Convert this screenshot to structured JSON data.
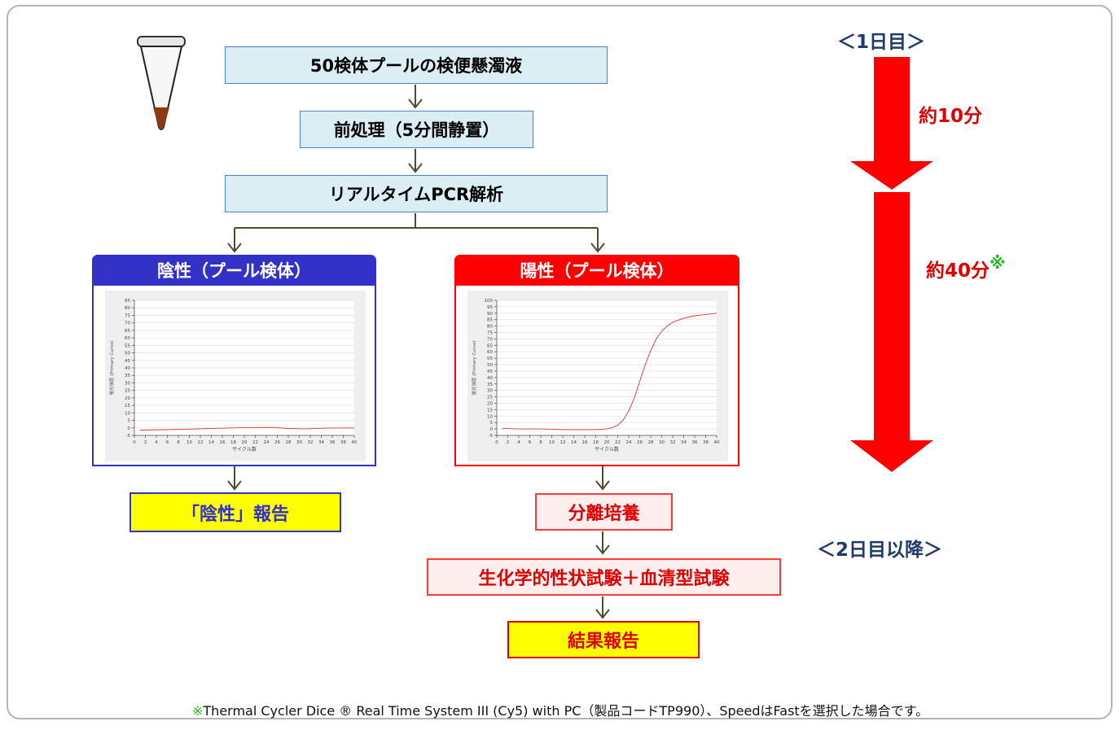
{
  "flow": {
    "step1": "50検体プールの検便懸濁液",
    "step2": "前処理（5分間静置）",
    "step3": "リアルタイムPCR解析"
  },
  "negative": {
    "title": "陰性（プール検体）",
    "report": "「陰性」報告"
  },
  "positive": {
    "title": "陽性（プール検体）",
    "step1": "分離培養",
    "step2": "生化学的性状試験＋血清型試験",
    "report": "結果報告"
  },
  "timeline": {
    "day1": "＜1日目＞",
    "time1": "約10分",
    "time2": "約40分",
    "time2_mark": "※",
    "day2": "＜2日目以降＞"
  },
  "footnote": {
    "mark": "※",
    "text": "Thermal Cycler Dice ® Real Time System III (Cy5) with PC（製品コードTP990）、SpeedはFastを選択した場合です。"
  },
  "colors": {
    "negative_accent": "#3232c8",
    "positive_accent": "#ff0000",
    "step_fill": "#daeef3",
    "timeline_arrow": "#ff0000"
  },
  "chart_data": [
    {
      "type": "line",
      "name": "negative-amplification",
      "ylabel": "蛍光強度 (Primary Curve)",
      "xlabel": "サイクル数",
      "x_ticks": [
        0,
        2,
        4,
        6,
        8,
        10,
        12,
        14,
        16,
        18,
        20,
        22,
        24,
        26,
        28,
        30,
        32,
        34,
        36,
        38,
        40
      ],
      "y_ticks": [
        -5,
        0,
        5,
        10,
        15,
        20,
        25,
        30,
        35,
        40,
        45,
        50,
        55,
        60,
        65,
        70,
        75,
        80,
        85
      ],
      "xlim": [
        0,
        40
      ],
      "ylim": [
        -5,
        85
      ],
      "x": [
        1,
        5,
        10,
        15,
        20,
        25,
        28,
        31,
        35,
        40
      ],
      "y": [
        -1.5,
        -1.2,
        -0.8,
        -0.3,
        0.2,
        0.3,
        -0.4,
        -0.6,
        -0.2,
        0.0
      ]
    },
    {
      "type": "line",
      "name": "positive-amplification",
      "ylabel": "蛍光強度 (Primary Curve)",
      "xlabel": "サイクル数",
      "x_ticks": [
        0,
        2,
        4,
        6,
        8,
        10,
        12,
        14,
        16,
        18,
        20,
        22,
        24,
        26,
        28,
        30,
        32,
        34,
        36,
        38,
        40
      ],
      "y_ticks": [
        -5,
        0,
        5,
        10,
        15,
        20,
        25,
        30,
        35,
        40,
        45,
        50,
        55,
        60,
        65,
        70,
        75,
        80,
        85,
        90,
        95,
        100
      ],
      "xlim": [
        0,
        40
      ],
      "ylim": [
        -5,
        100
      ],
      "x": [
        1,
        4,
        8,
        12,
        16,
        18,
        20,
        21,
        22,
        23,
        24,
        25,
        26,
        27,
        28,
        29,
        30,
        31,
        32,
        34,
        36,
        38,
        40
      ],
      "y": [
        0.5,
        0,
        0,
        -0.5,
        -0.5,
        -0.5,
        0,
        1,
        3,
        7,
        14,
        24,
        37,
        50,
        61,
        70,
        76,
        80,
        83,
        86,
        88,
        89,
        90
      ]
    }
  ]
}
